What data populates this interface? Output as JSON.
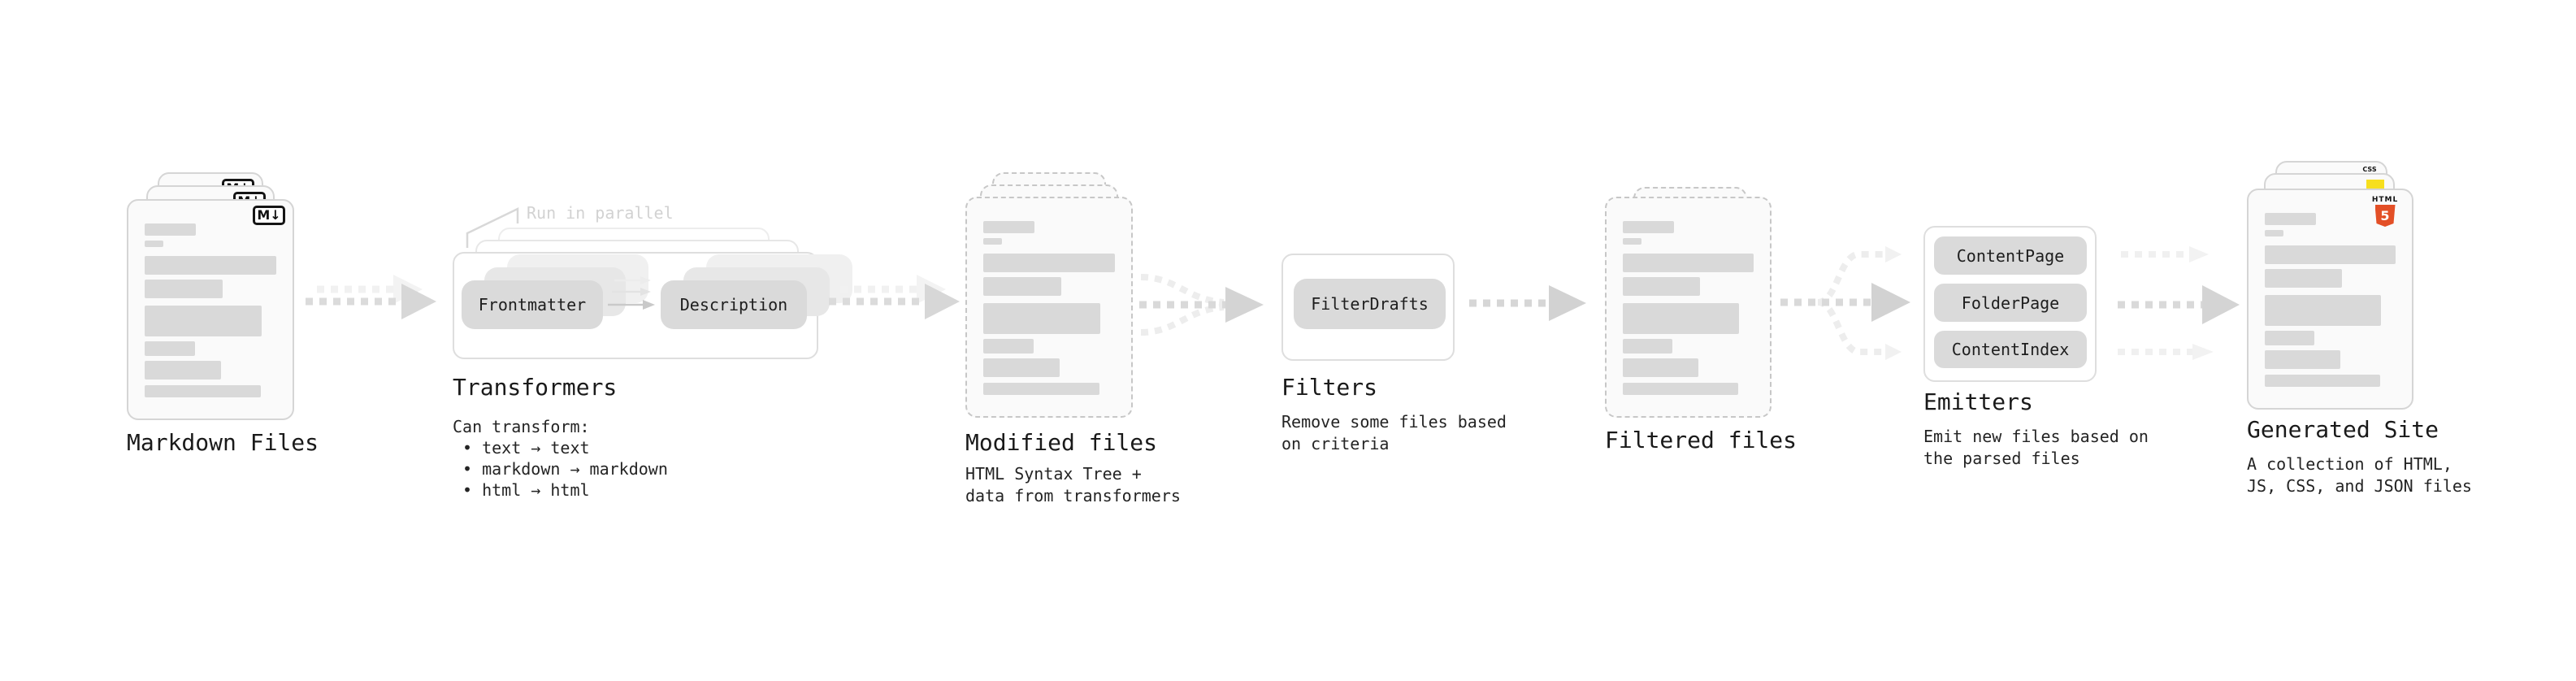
{
  "diagram": {
    "markdown_files": {
      "label": "Markdown Files",
      "badge_glyph": "M↓"
    },
    "transformers": {
      "label": "Transformers",
      "annotation": "Run in parallel",
      "pill_left": "Frontmatter",
      "pill_right": "Description",
      "desc_title": "Can transform:",
      "bullets": [
        "• text → text",
        "• markdown → markdown",
        "• html → html"
      ]
    },
    "modified_files": {
      "label": "Modified files",
      "description": "HTML Syntax Tree +\ndata from transformers"
    },
    "filters": {
      "label": "Filters",
      "pill": "FilterDrafts",
      "description": "Remove some files based\non criteria"
    },
    "filtered_files": {
      "label": "Filtered files"
    },
    "emitters": {
      "label": "Emitters",
      "pills": [
        "ContentPage",
        "FolderPage",
        "ContentIndex"
      ],
      "description": "Emit new files based on\nthe parsed files"
    },
    "generated_site": {
      "label": "Generated Site",
      "description": "A collection of HTML,\nJS, CSS, and JSON files",
      "css_badge_label": "CSS",
      "html_badge_label": "HTML",
      "html_badge_number": "5"
    }
  },
  "colors": {
    "html5_orange": "#e34f26",
    "js_yellow": "#f7df1e",
    "css_blue": "#2e6bf2",
    "pill_grey": "#dadada",
    "arrow_grey": "#d9d9d9",
    "arrow_light": "#f0f0f0",
    "annotation_grey": "#d2d2d2"
  }
}
